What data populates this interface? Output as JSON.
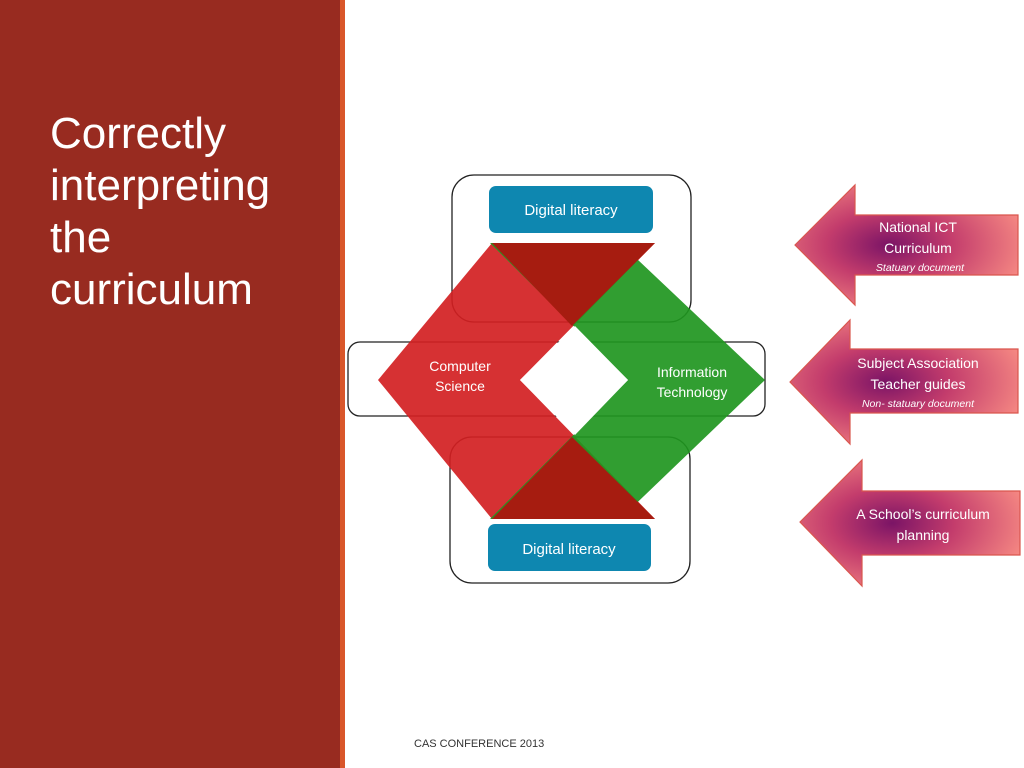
{
  "slide": {
    "title_lines": [
      "Correctly",
      "interpreting",
      "the",
      "curriculum"
    ],
    "footer": "CAS CONFERENCE 2013"
  },
  "diagram": {
    "top_box": "Digital literacy",
    "bottom_box": "Digital literacy",
    "left_label": [
      "Computer",
      "Science"
    ],
    "right_label": [
      "Information",
      "Technology"
    ],
    "colors": {
      "box_fill": "#0e87b0",
      "red": "#d21f22",
      "green": "#1f961f",
      "dark_overlap": "#a61c10",
      "arrow_pink": "#f48682",
      "arrow_purple": "#7b1466"
    }
  },
  "arrows": [
    {
      "lines": [
        "National ICT",
        "Curriculum"
      ],
      "note": "Statuary document"
    },
    {
      "lines": [
        "Subject Association",
        "Teacher guides"
      ],
      "note": "Non- statuary document"
    },
    {
      "lines": [
        "A School’s curriculum",
        "planning"
      ],
      "note": ""
    }
  ]
}
